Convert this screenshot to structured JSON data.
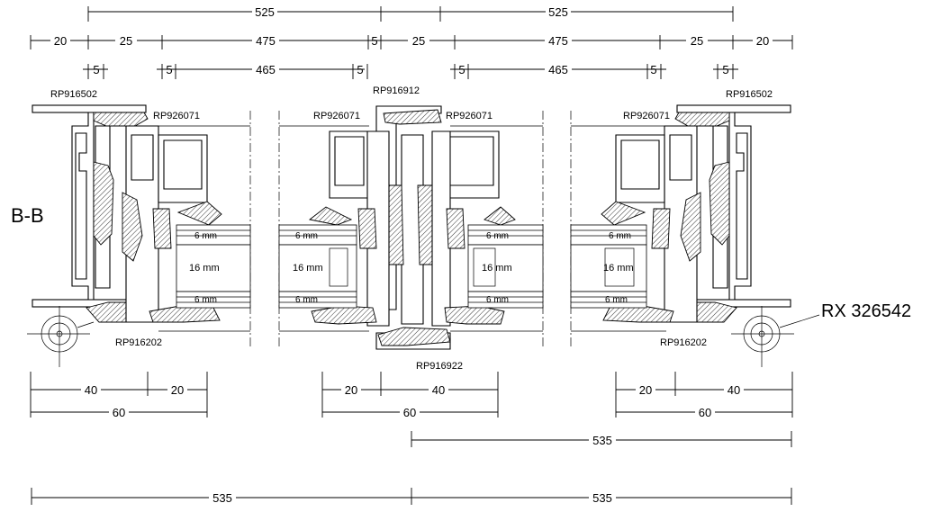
{
  "section_label": "B-B",
  "hardware_label": "RX 326542",
  "profiles": {
    "outer_frame_left": "RP916502",
    "outer_frame_right": "RP916502",
    "central_top": "RP916912",
    "central_bottom": "RP916922",
    "sash_left": "RP926071",
    "sash_center_left": "RP926071",
    "sash_center_right": "RP926071",
    "sash_right": "RP926071",
    "sill_left": "RP916202",
    "sill_right": "RP916202"
  },
  "glazing": {
    "left": {
      "top": "6 mm",
      "mid": "16 mm",
      "bottom": "6 mm"
    },
    "center_left": {
      "top": "6 mm",
      "mid": "16 mm",
      "bottom": "6 mm"
    },
    "center_right": {
      "top": "6 mm",
      "mid": "16 mm",
      "bottom": "6 mm"
    },
    "right": {
      "top": "6 mm",
      "mid": "16 mm",
      "bottom": "6 mm"
    }
  },
  "dims_top": {
    "overall_left": "525",
    "overall_right": "525",
    "row2": [
      "20",
      "25",
      "475",
      "5",
      "25",
      "475",
      "25",
      "20"
    ],
    "row3": [
      "5",
      "5",
      "465",
      "5",
      "5",
      "465",
      "5",
      "5"
    ]
  },
  "dims_bottom": {
    "left_a": "40",
    "left_b": "20",
    "left_total": "60",
    "center_a": "20",
    "center_b": "40",
    "center_total": "60",
    "right_a": "20",
    "right_b": "40",
    "right_total": "60",
    "span_upper": "535",
    "span_lower_left": "535",
    "span_lower_right": "535"
  }
}
